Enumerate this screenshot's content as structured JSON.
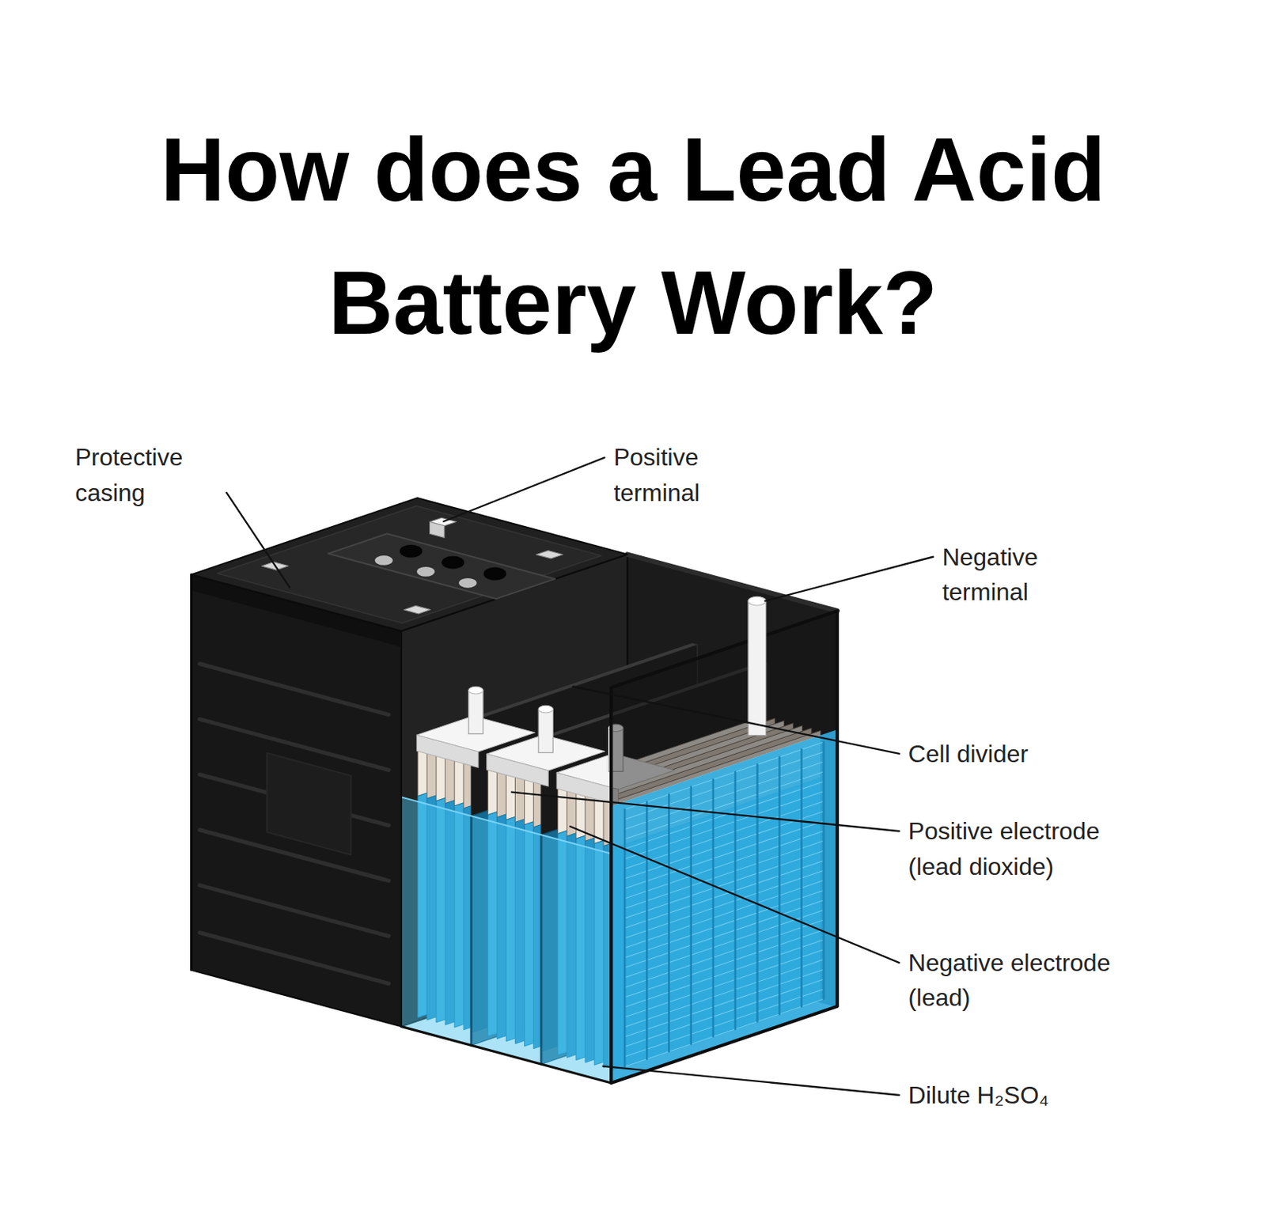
{
  "diagram": {
    "title": "How does a Lead Acid Battery Work?",
    "labels": [
      "Protective casing",
      "Positive terminal",
      "Negative terminal",
      "Cell divider",
      "Positive electrode (lead dioxide)",
      "Negative electrode (lead)",
      "Dilute H₂SO₄"
    ]
  }
}
